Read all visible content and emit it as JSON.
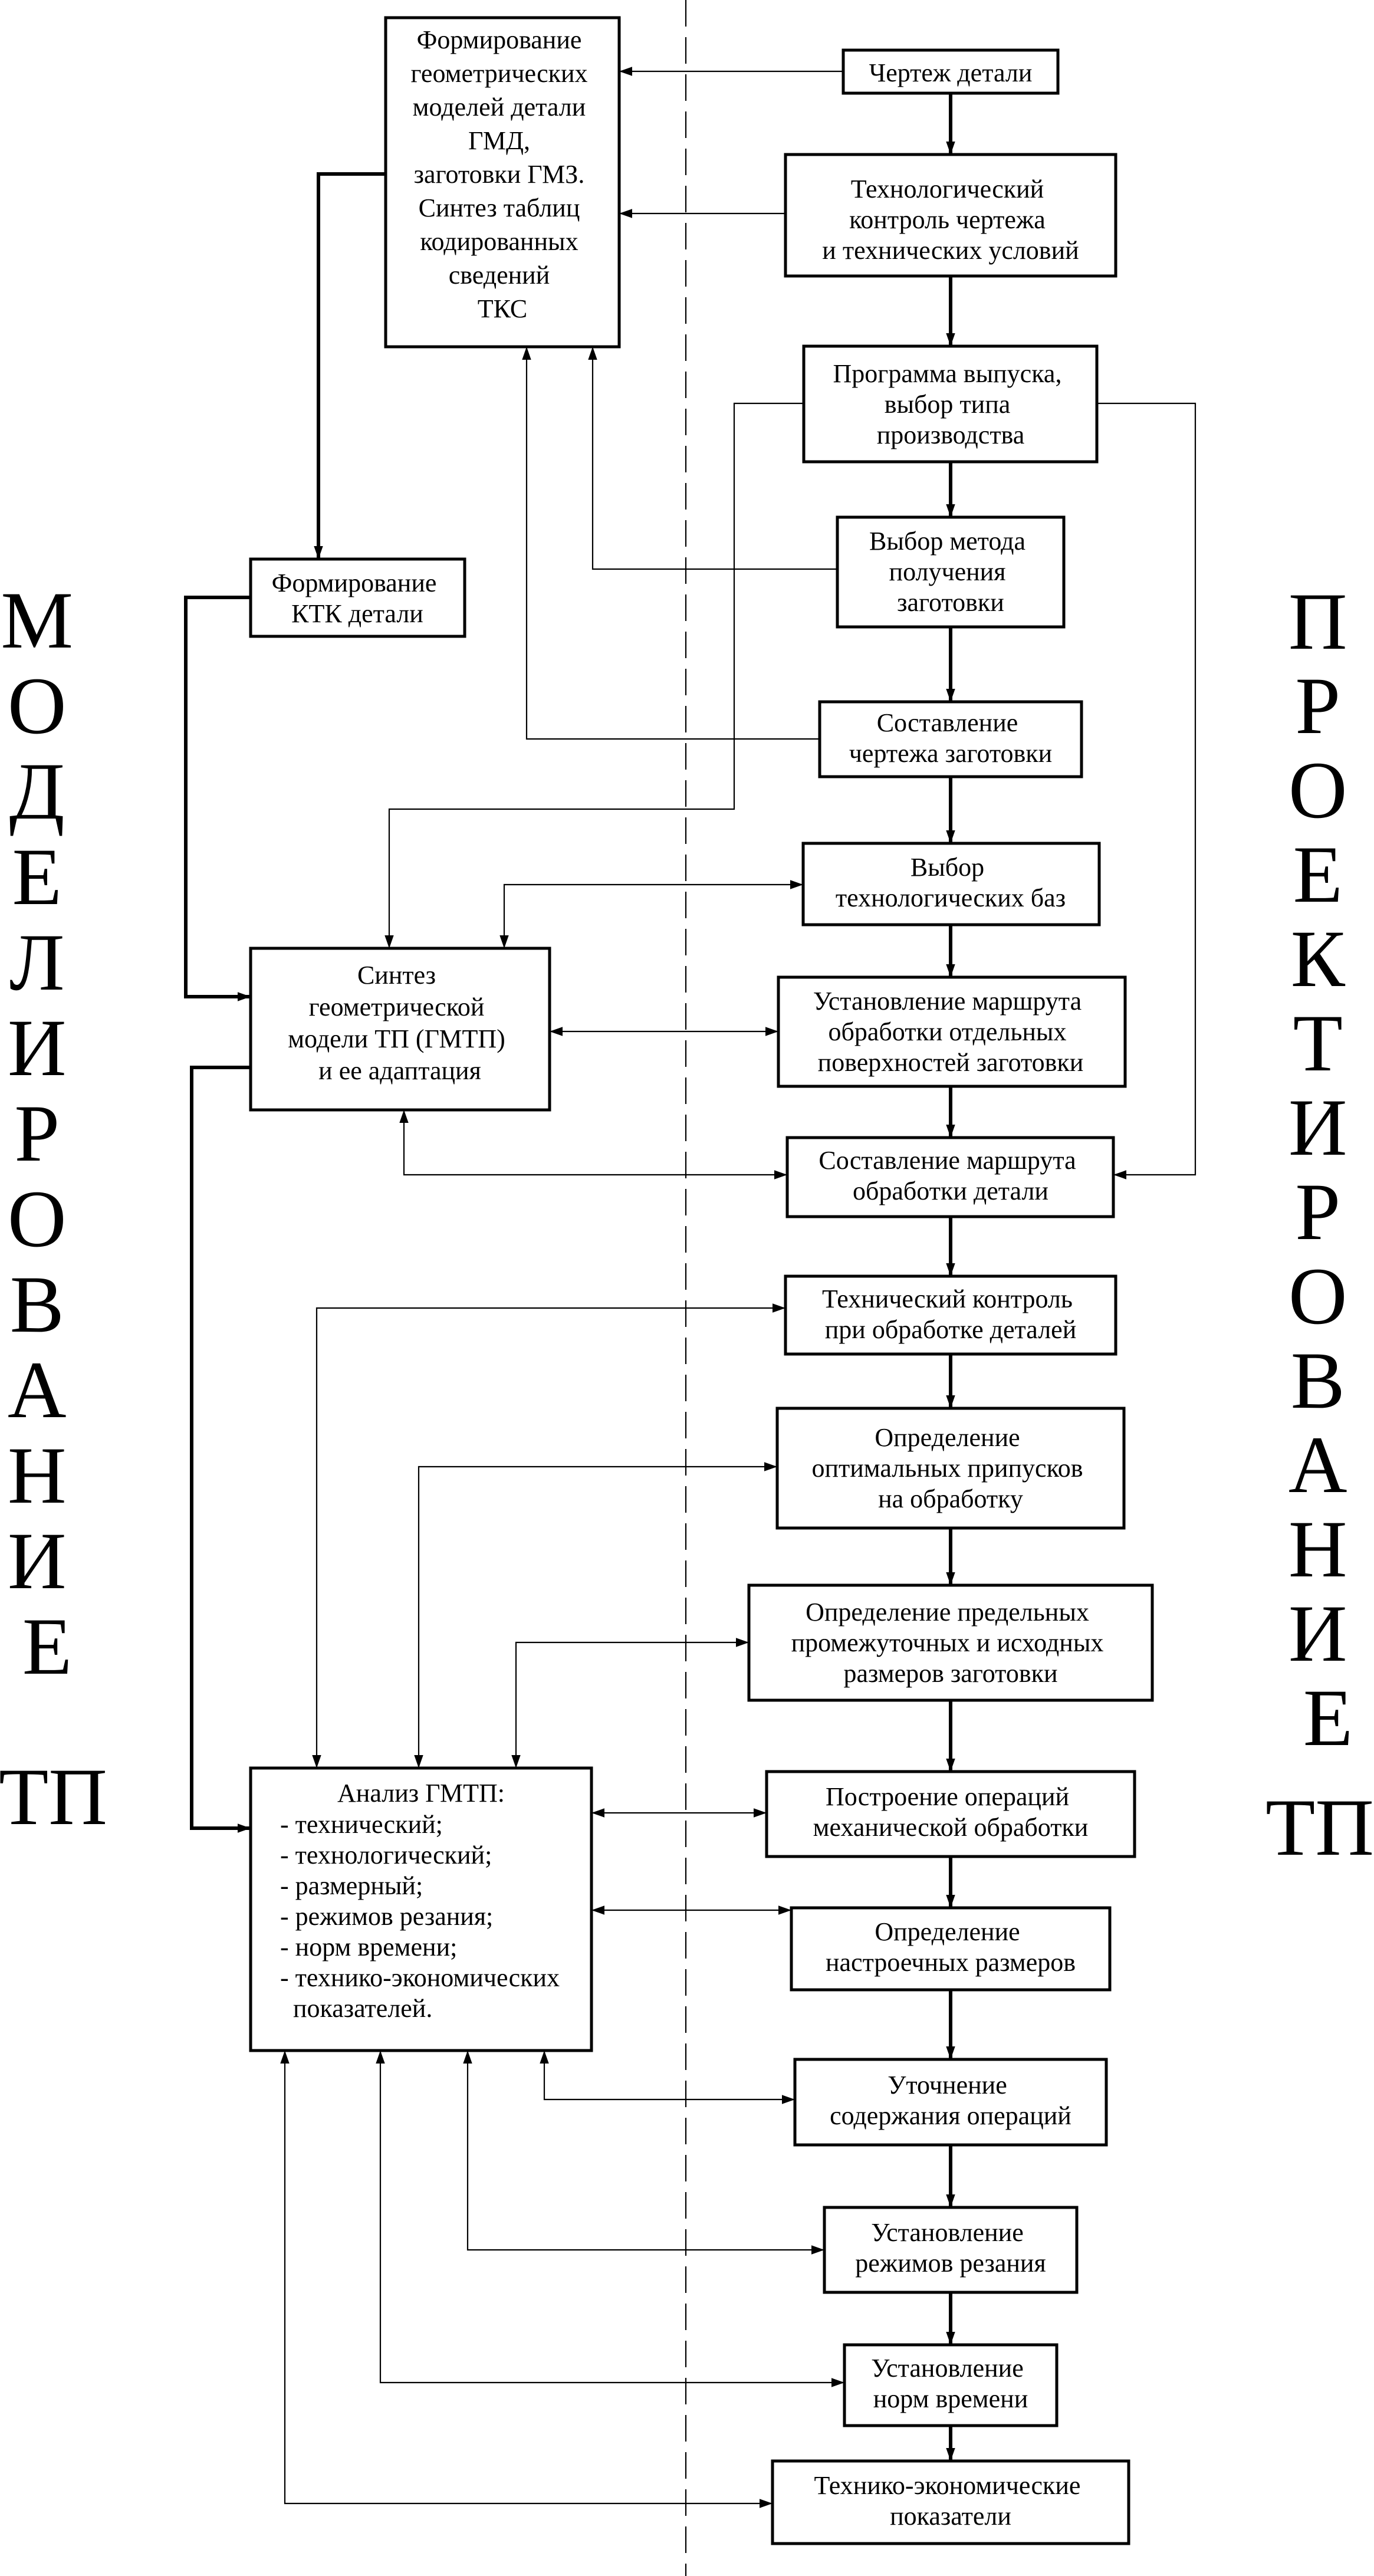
{
  "left_side_label": {
    "letters": [
      "М",
      "О",
      "Д",
      "Е",
      "Л",
      "И",
      "Р",
      "О",
      "В",
      "А",
      "Н",
      "И",
      "Е"
    ],
    "suffix": "ТП"
  },
  "right_side_label": {
    "letters": [
      "П",
      "Р",
      "О",
      "Е",
      "К",
      "Т",
      "И",
      "Р",
      "О",
      "В",
      "А",
      "Н",
      "И",
      "Е"
    ],
    "suffix": "ТП"
  },
  "left_blocks": {
    "geometric_models": [
      "Формирование",
      "геометрических",
      "моделей детали",
      "ГМД,",
      "заготовки ГМЗ.",
      "Синтез таблиц",
      "кодированных",
      "сведений",
      "ТКС"
    ],
    "ktk": [
      "Формирование",
      "КТК детали"
    ],
    "gmtp_synthesis": [
      "Синтез",
      "геометрической",
      "модели ТП (ГМТП)",
      "и ее адаптация"
    ],
    "gmtp_analysis": {
      "title": "Анализ ГМТП:",
      "items": [
        "- технический;",
        "- технологический;",
        "- размерный;",
        "- режимов резания;",
        "- норм времени;",
        "- технико-экономических",
        "  показателей."
      ]
    }
  },
  "right_blocks": [
    {
      "id": "drawing",
      "lines": [
        "Чертеж детали"
      ]
    },
    {
      "id": "tech_control",
      "lines": [
        "Технологический",
        "контроль чертежа",
        "и технических условий"
      ]
    },
    {
      "id": "program",
      "lines": [
        "Программа выпуска,",
        "выбор типа",
        "производства"
      ]
    },
    {
      "id": "method",
      "lines": [
        "Выбор метода",
        "получения",
        "заготовки"
      ]
    },
    {
      "id": "blank_drawing",
      "lines": [
        "Составление",
        "чертежа заготовки"
      ]
    },
    {
      "id": "bases",
      "lines": [
        "Выбор",
        "технологических баз"
      ]
    },
    {
      "id": "surface_route",
      "lines": [
        "Установление маршрута",
        "обработки отдельных",
        "поверхностей заготовки"
      ]
    },
    {
      "id": "part_route",
      "lines": [
        "Составление маршрута",
        "обработки детали"
      ]
    },
    {
      "id": "processing_control",
      "lines": [
        "Технический контроль",
        "при обработке деталей"
      ]
    },
    {
      "id": "allowances",
      "lines": [
        "Определение",
        "оптимальных припусков",
        "на обработку"
      ]
    },
    {
      "id": "limit_sizes",
      "lines": [
        "Определение предельных",
        "промежуточных и исходных",
        "размеров заготовки"
      ]
    },
    {
      "id": "operations",
      "lines": [
        "Построение операций",
        "механической обработки"
      ]
    },
    {
      "id": "setup_sizes",
      "lines": [
        "Определение",
        "настроечных размеров"
      ]
    },
    {
      "id": "refinement",
      "lines": [
        "Уточнение",
        "содержания операций"
      ]
    },
    {
      "id": "cutting_modes",
      "lines": [
        "Установление",
        "режимов резания"
      ]
    },
    {
      "id": "time_norms",
      "lines": [
        "Установление",
        "норм времени"
      ]
    },
    {
      "id": "economics",
      "lines": [
        "Технико-экономические",
        "показатели"
      ]
    }
  ]
}
